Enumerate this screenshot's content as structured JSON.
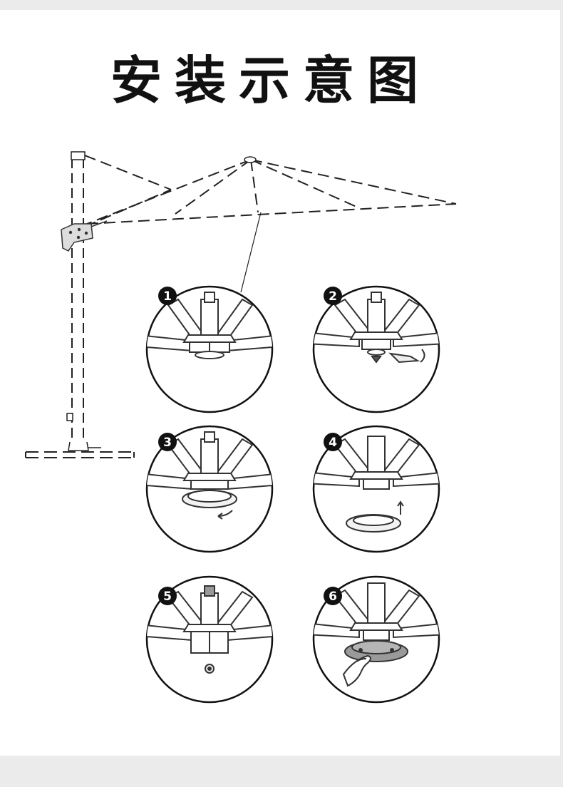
{
  "title": "安装示意图",
  "steps": [
    {
      "label": "1"
    },
    {
      "label": "2"
    },
    {
      "label": "3"
    },
    {
      "label": "4"
    },
    {
      "label": "5"
    },
    {
      "label": "6"
    }
  ]
}
